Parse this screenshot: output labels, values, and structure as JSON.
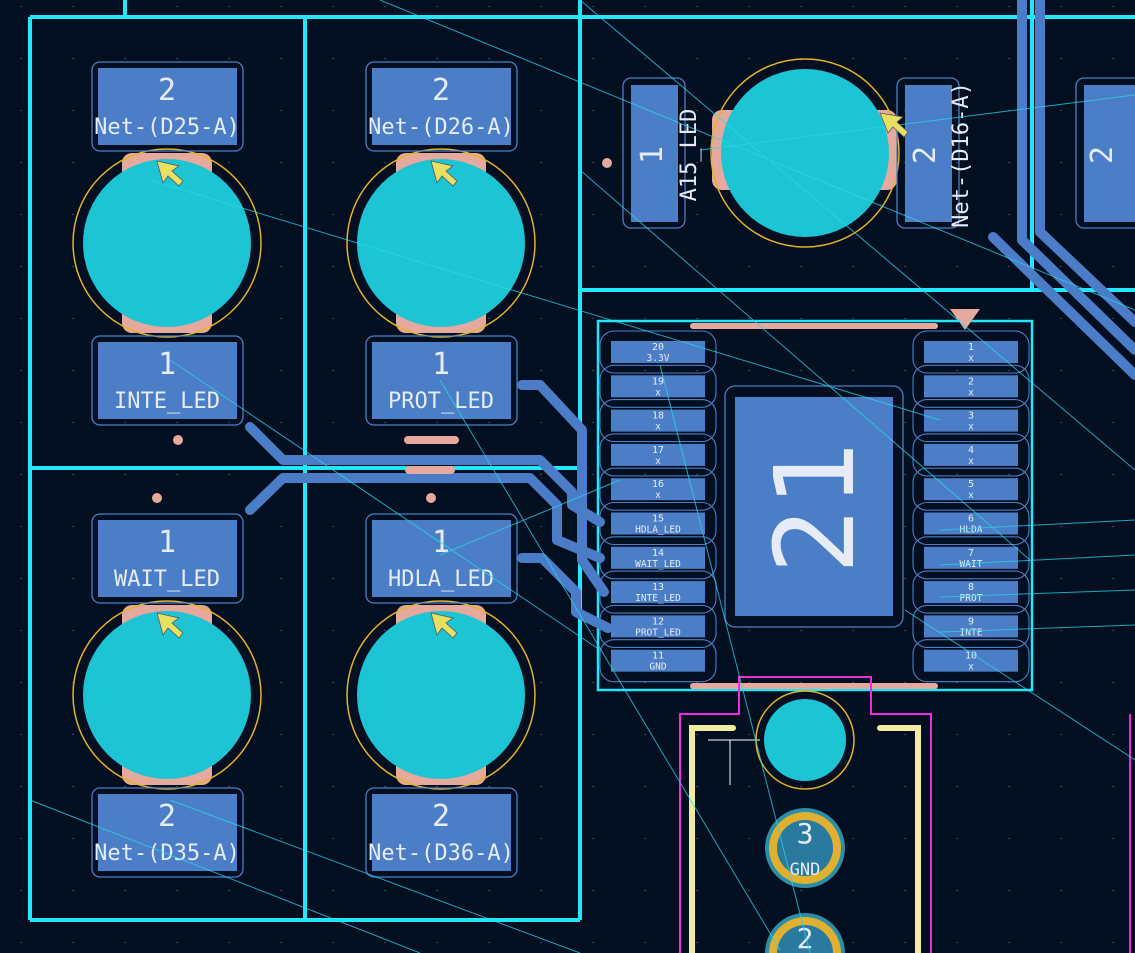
{
  "colors": {
    "background": "#010f21",
    "board_outline": "#22e6fb",
    "pad_fill": "#4b7ec6",
    "copper_trace": "#4a7cc8",
    "led_body": "#1dc4d3",
    "paste": "#e6a99d",
    "courtyard": "#e5b325",
    "connector_outline": "#f02cd8",
    "silkscreen": "#f3eba0"
  },
  "leds": [
    {
      "pad_top_num": "2",
      "pad_top_net": "Net-(D25-A)",
      "pad_bot_num": "1",
      "pad_bot_net": "INTE_LED"
    },
    {
      "pad_top_num": "2",
      "pad_top_net": "Net-(D26-A)",
      "pad_bot_num": "1",
      "pad_bot_net": "PROT_LED"
    },
    {
      "pad_top_num": "1",
      "pad_top_net": "WAIT_LED",
      "pad_bot_num": "2",
      "pad_bot_net": "Net-(D35-A)"
    },
    {
      "pad_top_num": "1",
      "pad_top_net": "HDLA_LED",
      "pad_bot_num": "2",
      "pad_bot_net": "Net-(D36-A)"
    }
  ],
  "led_right": {
    "pad1_num": "1",
    "pad1_net": "A15_LED",
    "pad2_num": "2",
    "pad2_net": "Net-(D16-A)",
    "edge_pad_num": "2"
  },
  "ic": {
    "center_pad": "21",
    "left_pins": [
      {
        "num": "20",
        "net": "3.3V"
      },
      {
        "num": "19",
        "net": "x"
      },
      {
        "num": "18",
        "net": "x"
      },
      {
        "num": "17",
        "net": "x"
      },
      {
        "num": "16",
        "net": "x"
      },
      {
        "num": "15",
        "net": "HDLA_LED"
      },
      {
        "num": "14",
        "net": "WAIT_LED"
      },
      {
        "num": "13",
        "net": "INTE_LED"
      },
      {
        "num": "12",
        "net": "PROT_LED"
      },
      {
        "num": "11",
        "net": "GND"
      }
    ],
    "right_pins": [
      {
        "num": "1",
        "net": "x"
      },
      {
        "num": "2",
        "net": "x"
      },
      {
        "num": "3",
        "net": "x"
      },
      {
        "num": "4",
        "net": "x"
      },
      {
        "num": "5",
        "net": "x"
      },
      {
        "num": "6",
        "net": "HLDA"
      },
      {
        "num": "7",
        "net": "WAIT"
      },
      {
        "num": "8",
        "net": "PROT"
      },
      {
        "num": "9",
        "net": "INTE"
      },
      {
        "num": "10",
        "net": "x"
      }
    ]
  },
  "connector": {
    "pad3_num": "3",
    "pad3_net": "GND",
    "pad2_num": "2"
  }
}
